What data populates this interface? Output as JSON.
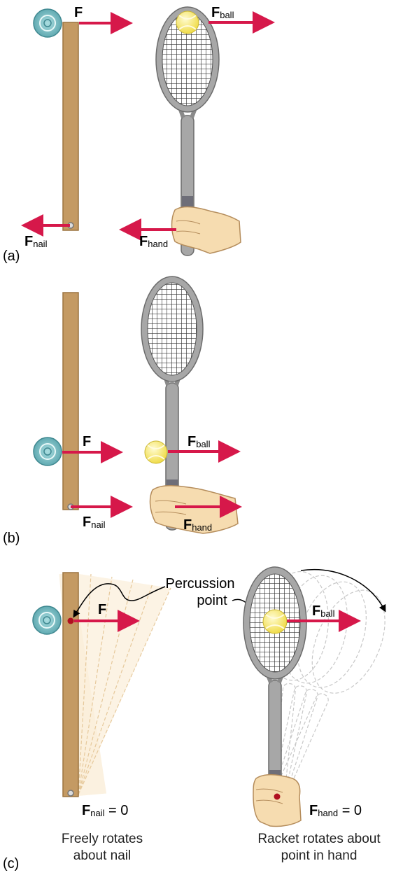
{
  "panels": {
    "a": {
      "label": "(a)",
      "rod_force": "F",
      "nail_force_main": "F",
      "nail_force_sub": "nail",
      "ball_force_main": "F",
      "ball_force_sub": "ball",
      "hand_force_main": "F",
      "hand_force_sub": "hand"
    },
    "b": {
      "label": "(b)",
      "rod_force": "F",
      "nail_force_main": "F",
      "nail_force_sub": "nail",
      "ball_force_main": "F",
      "ball_force_sub": "ball",
      "hand_force_main": "F",
      "hand_force_sub": "hand"
    },
    "c": {
      "label": "(c)",
      "percussion_line1": "Percussion",
      "percussion_line2": "point",
      "rod_force": "F",
      "nail_force_main": "F",
      "nail_force_sub": "nail",
      "nail_force_value": " = 0",
      "ball_force_main": "F",
      "ball_force_sub": "ball",
      "hand_force_main": "F",
      "hand_force_sub": "hand",
      "hand_force_value": " = 0",
      "caption_left_1": "Freely rotates",
      "caption_left_2": "about nail",
      "caption_right_1": "Racket rotates about",
      "caption_right_2": "point in hand"
    }
  },
  "colors": {
    "arrow": "#d6184a",
    "rod": "#c49a63",
    "ball": "#f5e770",
    "disk": "#7fbfc4",
    "skin": "#f6dcb0",
    "racket": "#9a9a9a",
    "percussion_dot": "#b01020"
  }
}
